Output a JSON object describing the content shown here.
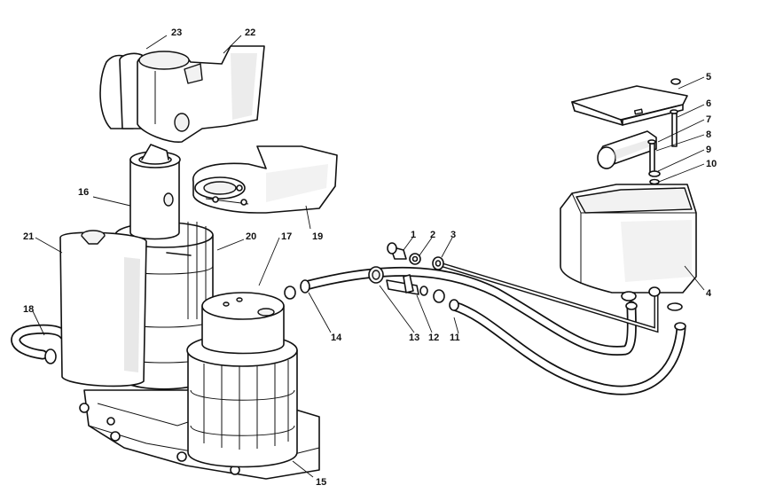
{
  "callouts": [
    {
      "id": "1",
      "label": "1"
    },
    {
      "id": "2",
      "label": "2"
    },
    {
      "id": "3",
      "label": "3"
    },
    {
      "id": "4",
      "label": "4"
    },
    {
      "id": "5",
      "label": "5"
    },
    {
      "id": "6",
      "label": "6"
    },
    {
      "id": "7",
      "label": "7"
    },
    {
      "id": "8",
      "label": "8"
    },
    {
      "id": "9",
      "label": "9"
    },
    {
      "id": "10",
      "label": "10"
    },
    {
      "id": "11",
      "label": "11"
    },
    {
      "id": "12",
      "label": "12"
    },
    {
      "id": "13",
      "label": "13"
    },
    {
      "id": "14",
      "label": "14"
    },
    {
      "id": "15",
      "label": "15"
    },
    {
      "id": "16",
      "label": "16"
    },
    {
      "id": "17",
      "label": "17"
    },
    {
      "id": "18",
      "label": "18"
    },
    {
      "id": "19",
      "label": "19"
    },
    {
      "id": "20",
      "label": "20"
    },
    {
      "id": "21",
      "label": "21"
    },
    {
      "id": "22",
      "label": "22"
    },
    {
      "id": "23",
      "label": "23"
    }
  ],
  "colors": {
    "line": "#111111",
    "fill": "#ffffff",
    "shade": "#d9d9d9"
  }
}
